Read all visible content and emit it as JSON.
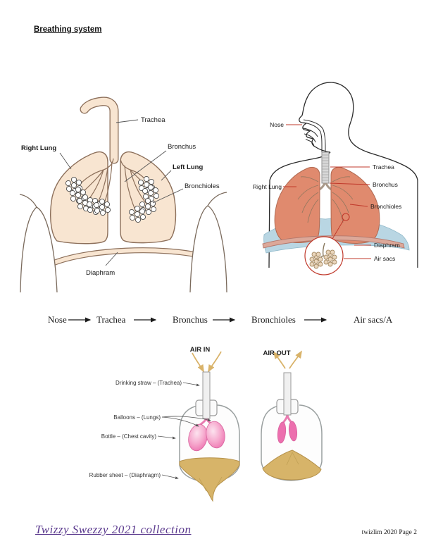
{
  "page": {
    "title": "Breathing system",
    "footer_left": "Twizzy Swezzy 2021 collection",
    "footer_right": "twizlim 2020 Page 2"
  },
  "lung_diagram": {
    "trachea": "Trachea",
    "right_lung": "Right Lung",
    "bronchus": "Bronchus",
    "left_lung": "Left Lung",
    "bronchioles": "Bronchioles",
    "diaphragm": "Diaphram"
  },
  "body_diagram": {
    "nose": "Nose",
    "trachea": "Trachea",
    "right_lung": "Right Lung",
    "bronchus": "Bronchus",
    "bronchioles": "Bronchioles",
    "diaphragm": "Diaphram",
    "air_sacs": "Air sacs"
  },
  "flow": {
    "steps": [
      "Nose",
      "Trachea",
      "Bronchus",
      "Bronchioles",
      "Air sacs/A"
    ]
  },
  "model": {
    "air_in": "AIR IN",
    "air_out": "AIR OUT",
    "straw": "Drinking straw – (Trachea)",
    "balloons": "Balloons – (Lungs)",
    "bottle": "Bottle – (Chest cavity)",
    "rubber_sheet": "Rubber sheet – (Diaphragm)"
  },
  "colors": {
    "lung_peach": "#f8e5d1",
    "outline_brown": "#8c6f5a",
    "lung_salmon": "#e08a6e",
    "pleura_blue": "#b9d6e3",
    "diaphragm_pink": "#dca899",
    "balloon_pink": "#ec6fae",
    "rubber_tan": "#d7b469",
    "leader_red": "#c0392b",
    "footer_purple": "#5b3a8e"
  }
}
